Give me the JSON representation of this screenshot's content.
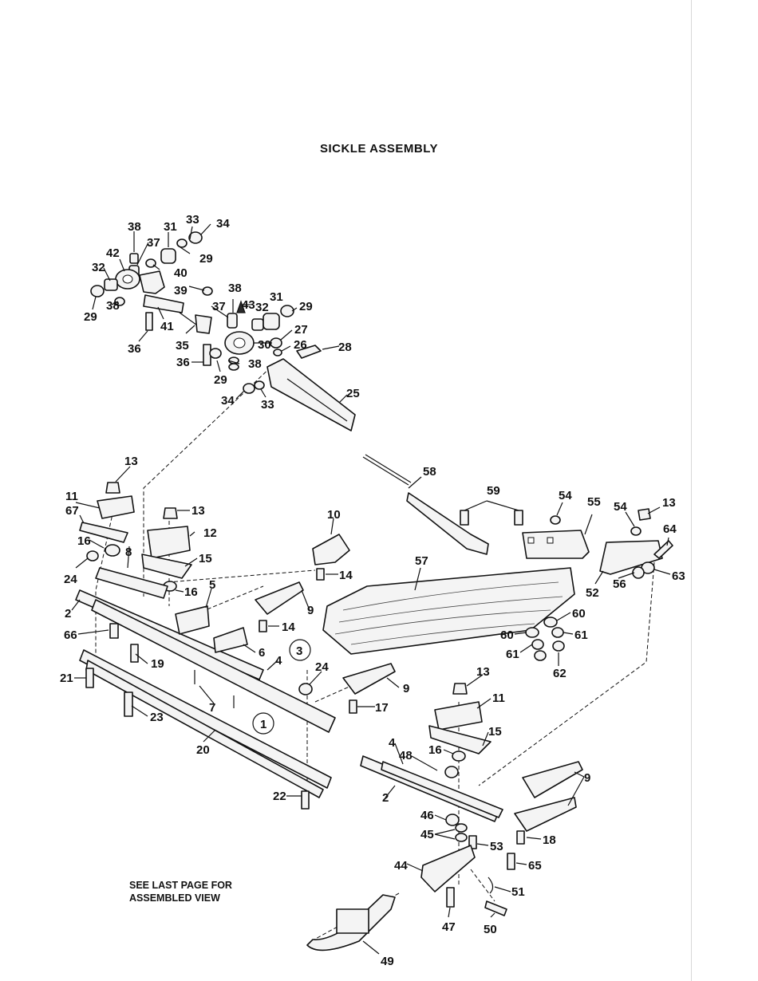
{
  "title": "SICKLE ASSEMBLY",
  "note": {
    "line1": "SEE LAST PAGE FOR",
    "line2": "ASSEMBLED VIEW"
  },
  "callouts": [
    {
      "id": "c38a",
      "text": "38"
    },
    {
      "id": "c31a",
      "text": "31"
    },
    {
      "id": "c33a",
      "text": "33"
    },
    {
      "id": "c34a",
      "text": "34"
    },
    {
      "id": "c42",
      "text": "42"
    },
    {
      "id": "c37a",
      "text": "37"
    },
    {
      "id": "c29a",
      "text": "29"
    },
    {
      "id": "c32a",
      "text": "32"
    },
    {
      "id": "c40",
      "text": "40"
    },
    {
      "id": "c39",
      "text": "39"
    },
    {
      "id": "c38b",
      "text": "38"
    },
    {
      "id": "c29b",
      "text": "29"
    },
    {
      "id": "c41",
      "text": "41"
    },
    {
      "id": "c36a",
      "text": "36"
    },
    {
      "id": "c35",
      "text": "35"
    },
    {
      "id": "c37b",
      "text": "37"
    },
    {
      "id": "c38c",
      "text": "38"
    },
    {
      "id": "c43",
      "text": "43"
    },
    {
      "id": "c32b",
      "text": "32"
    },
    {
      "id": "c31b",
      "text": "31"
    },
    {
      "id": "c29c",
      "text": "29"
    },
    {
      "id": "c27",
      "text": "27"
    },
    {
      "id": "c26",
      "text": "26"
    },
    {
      "id": "c28",
      "text": "28"
    },
    {
      "id": "c30",
      "text": "30"
    },
    {
      "id": "c36b",
      "text": "36"
    },
    {
      "id": "c38d",
      "text": "38"
    },
    {
      "id": "c29d",
      "text": "29"
    },
    {
      "id": "c34b",
      "text": "34"
    },
    {
      "id": "c33b",
      "text": "33"
    },
    {
      "id": "c25",
      "text": "25"
    },
    {
      "id": "c13a",
      "text": "13"
    },
    {
      "id": "c11a",
      "text": "11"
    },
    {
      "id": "c67",
      "text": "67"
    },
    {
      "id": "c13b",
      "text": "13"
    },
    {
      "id": "c12",
      "text": "12"
    },
    {
      "id": "c10",
      "text": "10"
    },
    {
      "id": "c16a",
      "text": "16"
    },
    {
      "id": "c8",
      "text": "8"
    },
    {
      "id": "c15a",
      "text": "15"
    },
    {
      "id": "c14a",
      "text": "14"
    },
    {
      "id": "c24a",
      "text": "24"
    },
    {
      "id": "c16b",
      "text": "16"
    },
    {
      "id": "c5",
      "text": "5"
    },
    {
      "id": "c2a",
      "text": "2"
    },
    {
      "id": "c9a",
      "text": "9"
    },
    {
      "id": "c14b",
      "text": "14"
    },
    {
      "id": "c66",
      "text": "66"
    },
    {
      "id": "c6",
      "text": "6"
    },
    {
      "id": "c3",
      "text": "3"
    },
    {
      "id": "c19",
      "text": "19"
    },
    {
      "id": "c4a",
      "text": "4"
    },
    {
      "id": "c24b",
      "text": "24"
    },
    {
      "id": "c21",
      "text": "21"
    },
    {
      "id": "c7",
      "text": "7"
    },
    {
      "id": "c9b",
      "text": "9"
    },
    {
      "id": "c17",
      "text": "17"
    },
    {
      "id": "c23",
      "text": "23"
    },
    {
      "id": "c1",
      "text": "1"
    },
    {
      "id": "c20",
      "text": "20"
    },
    {
      "id": "c22",
      "text": "22"
    },
    {
      "id": "c58",
      "text": "58"
    },
    {
      "id": "c59",
      "text": "59"
    },
    {
      "id": "c54a",
      "text": "54"
    },
    {
      "id": "c55",
      "text": "55"
    },
    {
      "id": "c54b",
      "text": "54"
    },
    {
      "id": "c13c",
      "text": "13"
    },
    {
      "id": "c64",
      "text": "64"
    },
    {
      "id": "c57",
      "text": "57"
    },
    {
      "id": "c63",
      "text": "63"
    },
    {
      "id": "c56",
      "text": "56"
    },
    {
      "id": "c52",
      "text": "52"
    },
    {
      "id": "c60a",
      "text": "60"
    },
    {
      "id": "c60b",
      "text": "60"
    },
    {
      "id": "c61a",
      "text": "61"
    },
    {
      "id": "c61b",
      "text": "61"
    },
    {
      "id": "c62",
      "text": "62"
    },
    {
      "id": "c13d",
      "text": "13"
    },
    {
      "id": "c11b",
      "text": "11"
    },
    {
      "id": "c15b",
      "text": "15"
    },
    {
      "id": "c4b",
      "text": "4"
    },
    {
      "id": "c48",
      "text": "48"
    },
    {
      "id": "c16c",
      "text": "16"
    },
    {
      "id": "c9c",
      "text": "9"
    },
    {
      "id": "c2b",
      "text": "2"
    },
    {
      "id": "c46",
      "text": "46"
    },
    {
      "id": "c45",
      "text": "45"
    },
    {
      "id": "c53",
      "text": "53"
    },
    {
      "id": "c18",
      "text": "18"
    },
    {
      "id": "c44",
      "text": "44"
    },
    {
      "id": "c65",
      "text": "65"
    },
    {
      "id": "c51",
      "text": "51"
    },
    {
      "id": "c47",
      "text": "47"
    },
    {
      "id": "c50",
      "text": "50"
    },
    {
      "id": "c49",
      "text": "49"
    }
  ]
}
